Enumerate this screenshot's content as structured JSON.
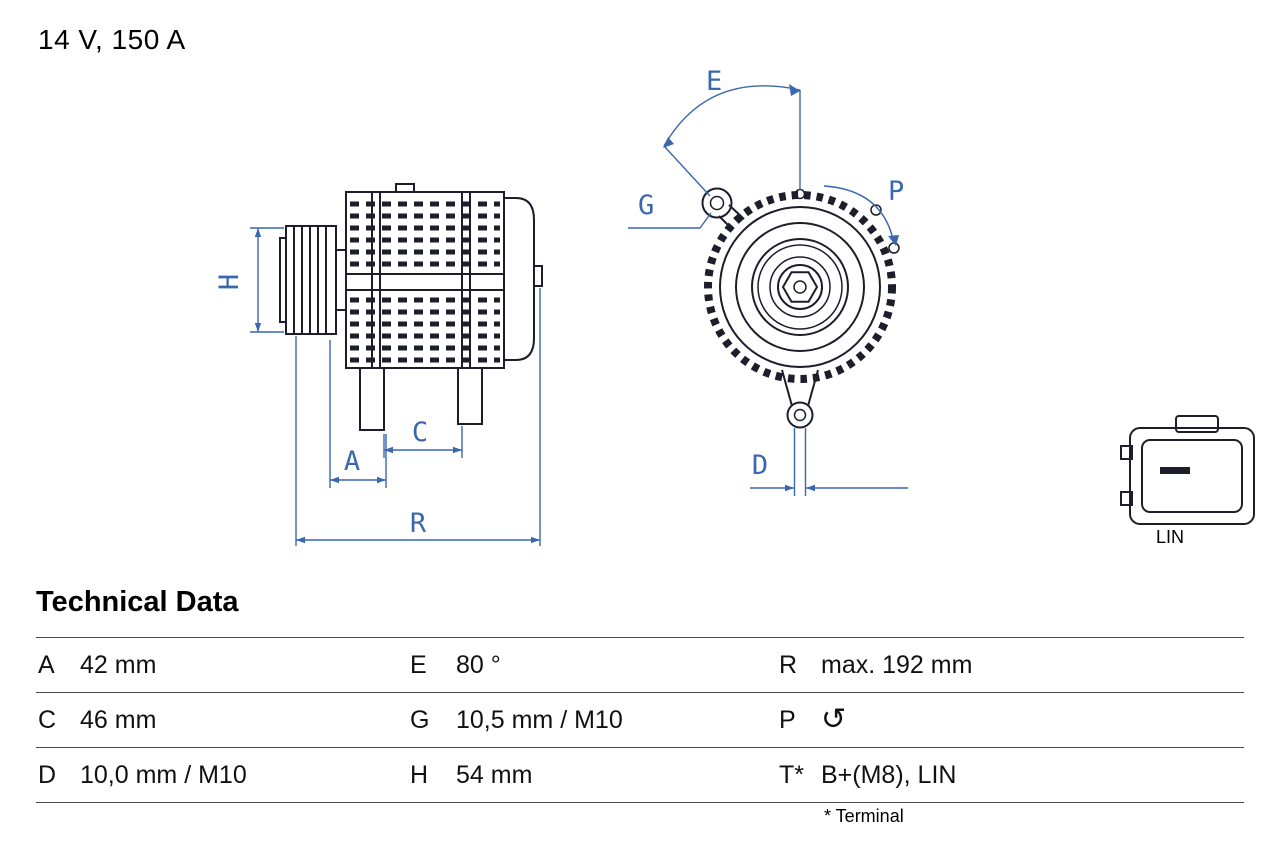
{
  "header": {
    "rating": "14 V, 150 A"
  },
  "drawing": {
    "dimension_labels": {
      "H": "H",
      "A": "A",
      "C": "C",
      "R": "R",
      "E": "E",
      "G": "G",
      "P": "P",
      "D": "D"
    },
    "connector_label": "LIN",
    "colors": {
      "outline": "#1d1d2b",
      "dimension": "#3a67ae"
    }
  },
  "technical_data": {
    "title": "Technical Data",
    "rows": [
      {
        "cells": [
          {
            "key": "A",
            "value": "42 mm"
          },
          {
            "key": "E",
            "value": "80 °"
          },
          {
            "key": "R",
            "value": "max. 192 mm"
          }
        ]
      },
      {
        "cells": [
          {
            "key": "C",
            "value": "46 mm"
          },
          {
            "key": "G",
            "value": "10,5 mm / M10"
          },
          {
            "key": "P",
            "value": "",
            "icon": "counterclockwise-rotation-icon",
            "glyph": "↺"
          }
        ]
      },
      {
        "cells": [
          {
            "key": "D",
            "value": "10,0 mm / M10"
          },
          {
            "key": "H",
            "value": "54 mm"
          },
          {
            "key": "T*",
            "value": "B+(M8), LIN"
          }
        ]
      }
    ],
    "footnote": "* Terminal"
  }
}
